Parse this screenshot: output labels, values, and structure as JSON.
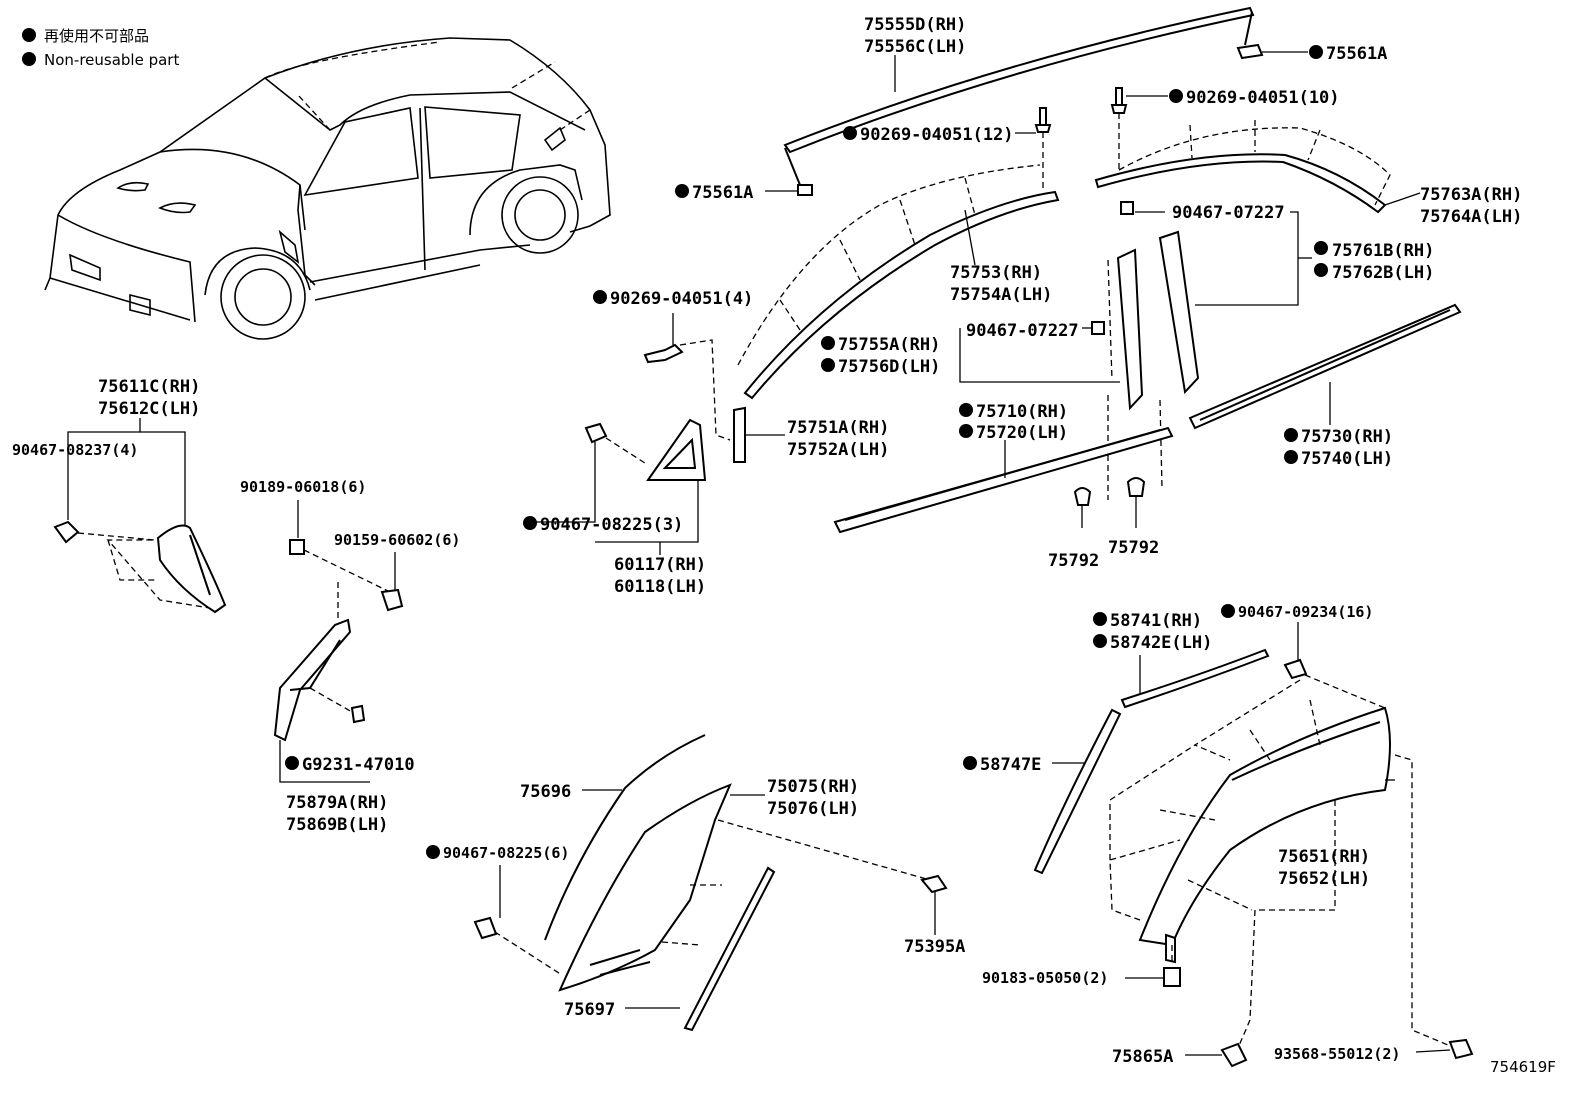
{
  "legend": {
    "line1": "再使用不可部品",
    "line2": "Non-reusable part"
  },
  "diagram_code": "754619F",
  "labels": {
    "l75555": "75555D(RH)",
    "l75556": "75556C(LH)",
    "l75561_top": "75561A",
    "l75561_left": "75561A",
    "l90269_10": "90269-04051(10)",
    "l90269_12": "90269-04051(12)",
    "l75763": "75763A(RH)",
    "l75764": "75764A(LH)",
    "l90467_07227_a": "90467-07227",
    "l75761": "75761B(RH)",
    "l75762": "75762B(LH)",
    "l75753": "75753(RH)",
    "l75754": "75754A(LH)",
    "l90269_4": "90269-04051(4)",
    "l75755": "75755A(RH)",
    "l75756": "75756D(LH)",
    "l90467_07227_b": "90467-07227",
    "l75611": "75611C(RH)",
    "l75612": "75612C(LH)",
    "l90467_08237": "90467-08237(4)",
    "l75710": "75710(RH)",
    "l75720": "75720(LH)",
    "l75751": "75751A(RH)",
    "l75752": "75752A(LH)",
    "l75730": "75730(RH)",
    "l75740": "75740(LH)",
    "l90189": "90189-06018(6)",
    "l90159": "90159-60602(6)",
    "l90467_08225_3": "90467-08225(3)",
    "l60117": "60117(RH)",
    "l60118": "60118(LH)",
    "l75792_a": "75792",
    "l75792_b": "75792",
    "l58741": "58741(RH)",
    "l58742": "58742E(LH)",
    "l90467_09234": "90467-09234(16)",
    "lG9231": "G9231-47010",
    "l75879": "75879A(RH)",
    "l75869": "75869B(LH)",
    "l58747": "58747E",
    "l75696": "75696",
    "l75075": "75075(RH)",
    "l75076": "75076(LH)",
    "l90467_08225_6": "90467-08225(6)",
    "l75651": "75651(RH)",
    "l75652": "75652(LH)",
    "l75395": "75395A",
    "l75697": "75697",
    "l90183": "90183-05050(2)",
    "l75865": "75865A",
    "l93568": "93568-55012(2)"
  }
}
